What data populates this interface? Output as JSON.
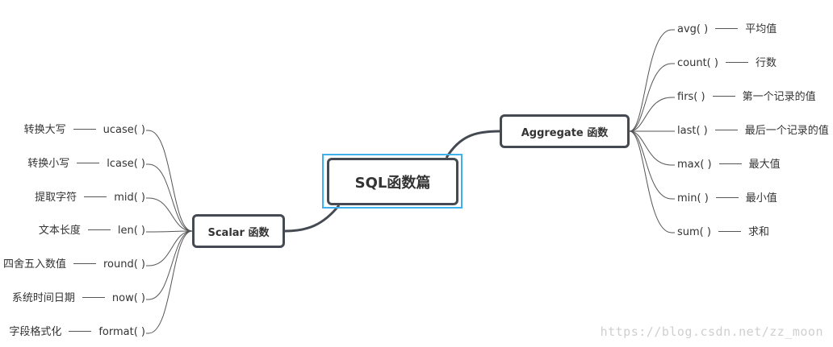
{
  "root": {
    "label": "SQL函数篇"
  },
  "aggregate": {
    "label": "Aggregate 函数",
    "items": [
      {
        "func": "avg( )",
        "desc": "平均值"
      },
      {
        "func": "count( )",
        "desc": "行数"
      },
      {
        "func": "firs( )",
        "desc": "第一个记录的值"
      },
      {
        "func": "last( )",
        "desc": "最后一个记录的值"
      },
      {
        "func": "max( )",
        "desc": "最大值"
      },
      {
        "func": "min( )",
        "desc": "最小值"
      },
      {
        "func": "sum( )",
        "desc": "求和"
      }
    ]
  },
  "scalar": {
    "label": "Scalar 函数",
    "items": [
      {
        "desc": "转换大写",
        "func": "ucase( )"
      },
      {
        "desc": "转换小写",
        "func": "lcase( )"
      },
      {
        "desc": "提取字符",
        "func": "mid( )"
      },
      {
        "desc": "文本长度",
        "func": "len( )"
      },
      {
        "desc": "四舍五入数值",
        "func": "round( )"
      },
      {
        "desc": "系统时间日期",
        "func": "now( )"
      },
      {
        "desc": "字段格式化",
        "func": "format( )"
      }
    ]
  },
  "watermark": "https://blog.csdn.net/zz_moon",
  "colors": {
    "node_border": "#454a52",
    "selection": "#3fb0ee",
    "leaf_line": "#555555"
  }
}
